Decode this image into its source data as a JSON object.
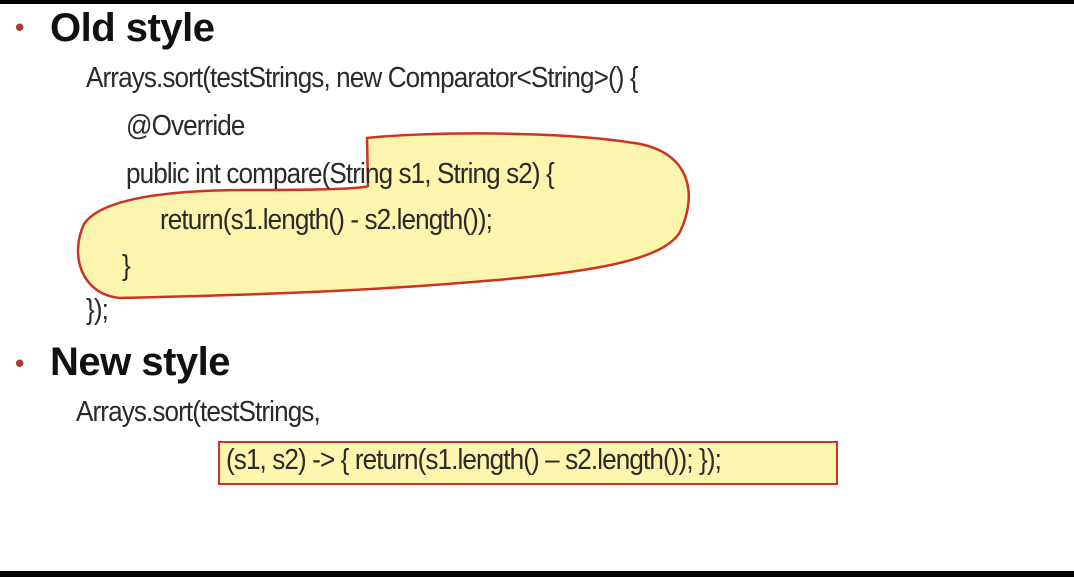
{
  "slide": {
    "old_style": {
      "heading": "Old style",
      "lines": [
        "Arrays.sort(testStrings, new Comparator<String>() {",
        "@Override",
        "public int compare(String s1, String s2) {",
        "return(s1.length() - s2.length());",
        "}",
        "});"
      ]
    },
    "new_style": {
      "heading": "New style",
      "lines": [
        "Arrays.sort(testStrings,",
        "(s1, s2) -> { return(s1.length() – s2.length()); });"
      ]
    },
    "bullet": "•",
    "colors": {
      "highlight_fill": "#fbf5ad",
      "highlight_stroke": "#cc3322",
      "bullet": "#b03a2e",
      "frame": "#000000"
    }
  }
}
